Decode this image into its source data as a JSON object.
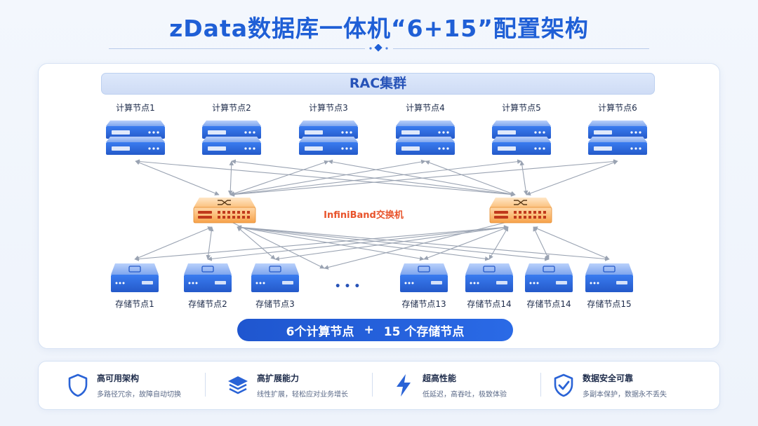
{
  "title": "zData数据库一体机“6+15”配置架构",
  "cluster_label": "RAC集群",
  "compute_nodes": [
    "计算节点1",
    "计算节点2",
    "计算节点3",
    "计算节点4",
    "计算节点5",
    "计算节点6"
  ],
  "switch_label": "InfiniBand交换机",
  "storage_nodes": [
    "存储节点1",
    "存储节点2",
    "存储节点3",
    "存储节点13",
    "存储节点14",
    "存储节点14",
    "存储节点15"
  ],
  "ellipsis": "• • •",
  "summary": {
    "compute": "6个计算节点",
    "plus": "+",
    "storage": "15 个存储节点"
  },
  "features": [
    {
      "title": "高可用架构",
      "desc": "多路径冗余，故障自动切换",
      "icon": "shield-icon"
    },
    {
      "title": "高扩展能力",
      "desc": "线性扩展，轻松应对业务增长",
      "icon": "layers-icon"
    },
    {
      "title": "超高性能",
      "desc": "低延迟，高吞吐，极致体验",
      "icon": "lightning-icon"
    },
    {
      "title": "数据安全可靠",
      "desc": "多副本保护，数据永不丢失",
      "icon": "shield-check-icon"
    }
  ],
  "colors": {
    "primary": "#1f5fd6",
    "server_blue": "#2f6fe0",
    "switch_orange": "#f7a24a",
    "switch_label": "#e8532b",
    "link_gray": "#9aa3b2"
  }
}
